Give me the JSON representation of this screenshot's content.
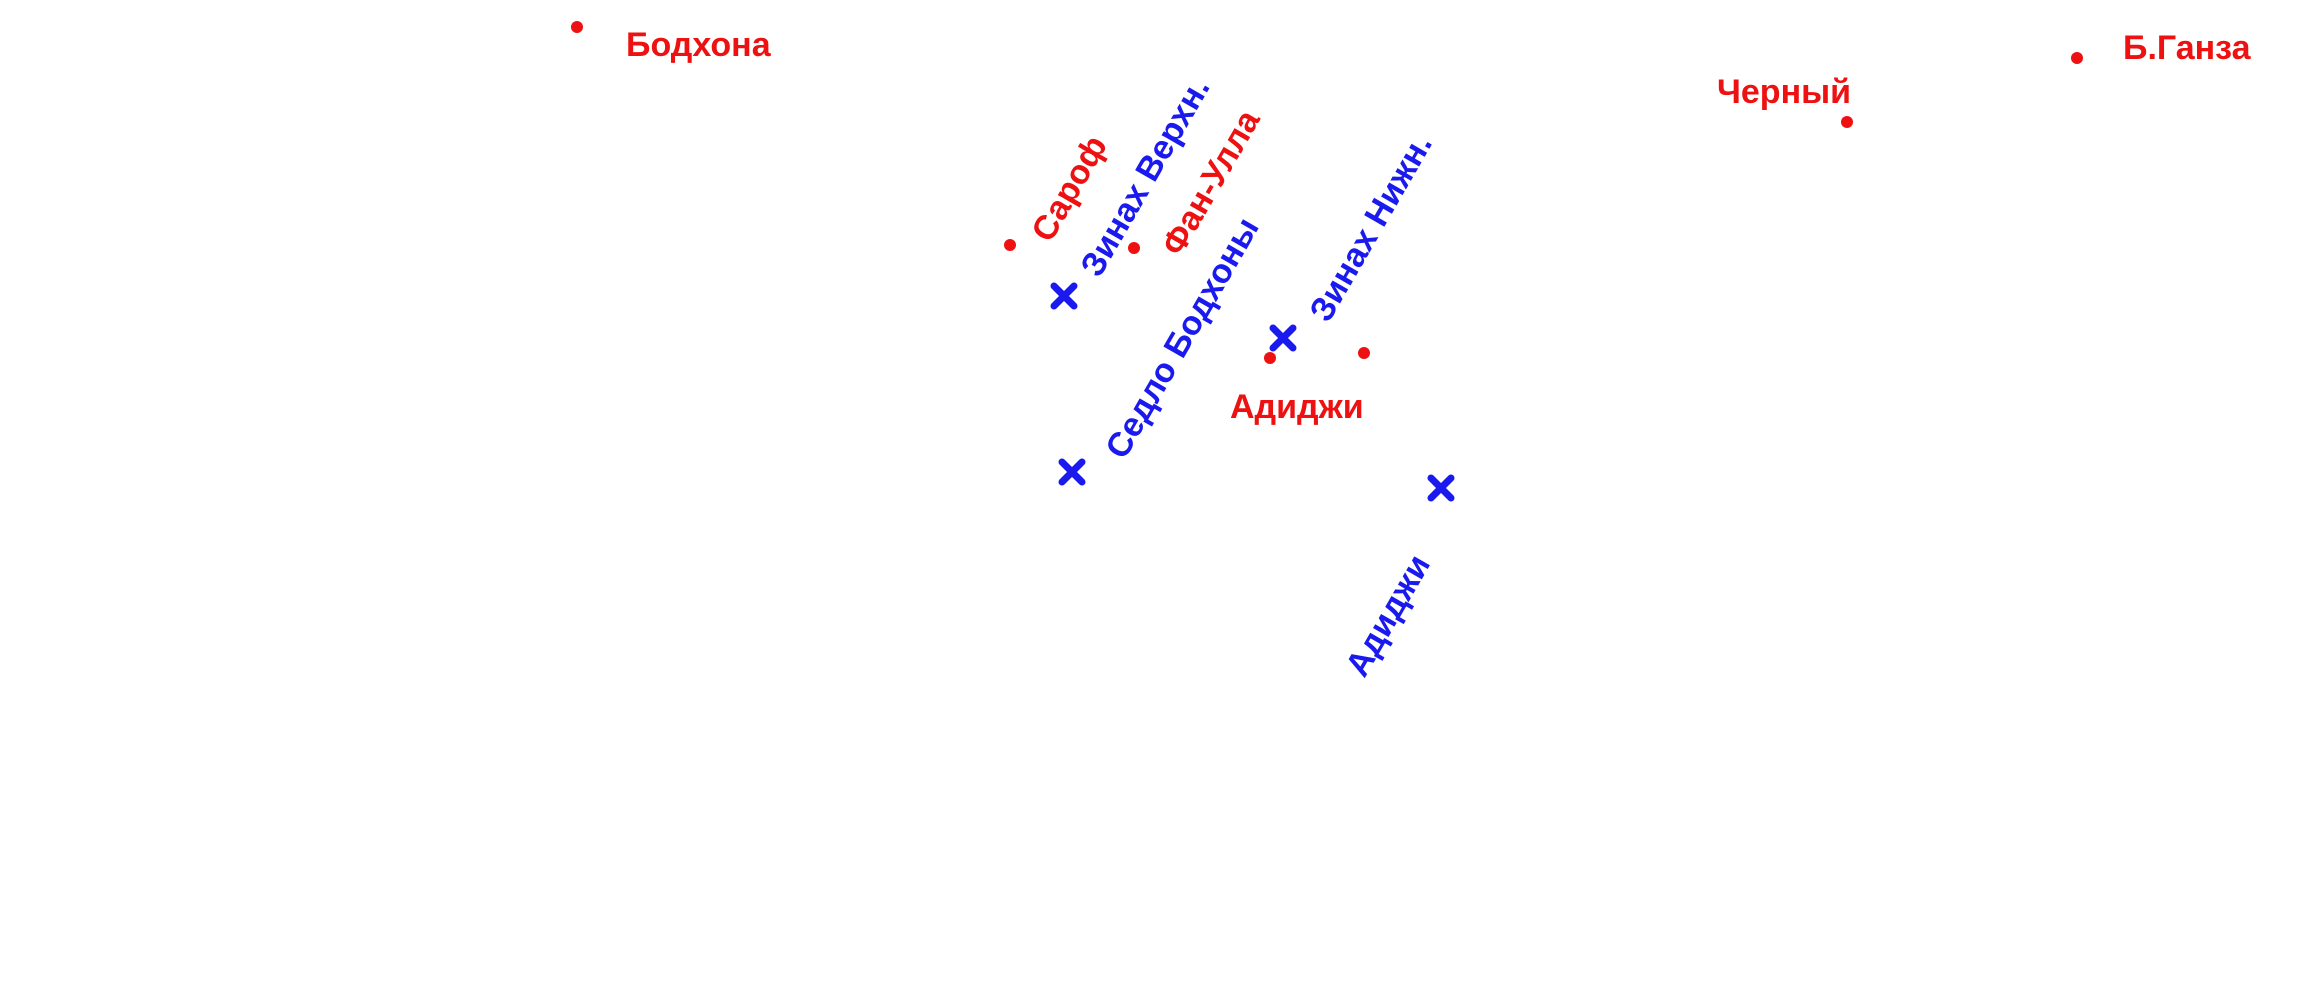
{
  "colors": {
    "peak": "#ee1111",
    "pass": "#1a1aee",
    "background": "#ffffff"
  },
  "icons": {
    "peak": "red-dot-icon",
    "pass": "blue-cross-icon"
  },
  "peaks": [
    {
      "id": "bodkhona",
      "label": "Бодхона"
    },
    {
      "id": "b-ganza",
      "label": "Б.Ганза"
    },
    {
      "id": "cherny",
      "label": "Черный"
    },
    {
      "id": "sarof",
      "label": "Сароф"
    },
    {
      "id": "fan-ulla",
      "label": "Фан-Улла"
    },
    {
      "id": "adidzhi",
      "label": "Адиджи"
    },
    {
      "id": "adidzhi-2",
      "label": ""
    }
  ],
  "passes": [
    {
      "id": "zinakh-verkhn",
      "label": "Зинах Верхн."
    },
    {
      "id": "sedlo-bodkhony",
      "label": "Седло Бодхоны"
    },
    {
      "id": "zinakh-nizhn",
      "label": "Зинах Нижн."
    },
    {
      "id": "adidzhi-pass",
      "label": "Адиджи"
    }
  ]
}
